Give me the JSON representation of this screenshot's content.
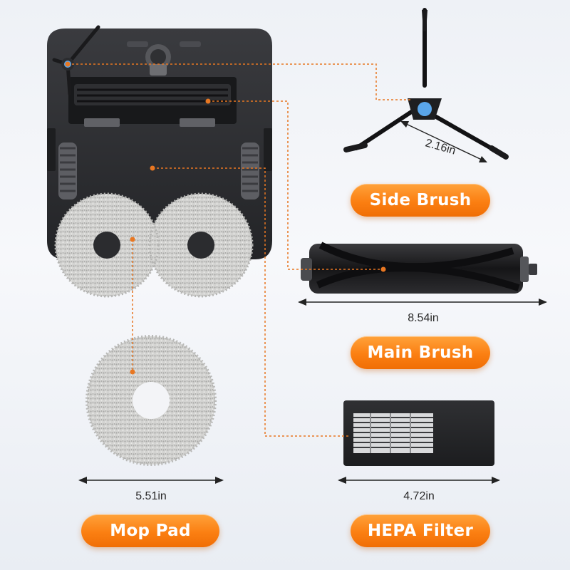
{
  "parts": [
    {
      "key": "side_brush",
      "label": "Side Brush",
      "dimension": "2.16in"
    },
    {
      "key": "main_brush",
      "label": "Main Brush",
      "dimension": "8.54in"
    },
    {
      "key": "mop_pad",
      "label": "Mop Pad",
      "dimension": "5.51in"
    },
    {
      "key": "hepa_filter",
      "label": "HEPA Filter",
      "dimension": "4.72in"
    }
  ],
  "colors": {
    "accent": "#f7821a",
    "leader_line": "#e87722",
    "robot_body": "#2b2c2f",
    "brush_hub": "#5aa6ea",
    "mop": "#cfcfcf"
  },
  "icons": [
    "robot-vacuum-icon",
    "side-brush-icon",
    "main-brush-icon",
    "mop-pad-icon",
    "hepa-filter-icon"
  ]
}
